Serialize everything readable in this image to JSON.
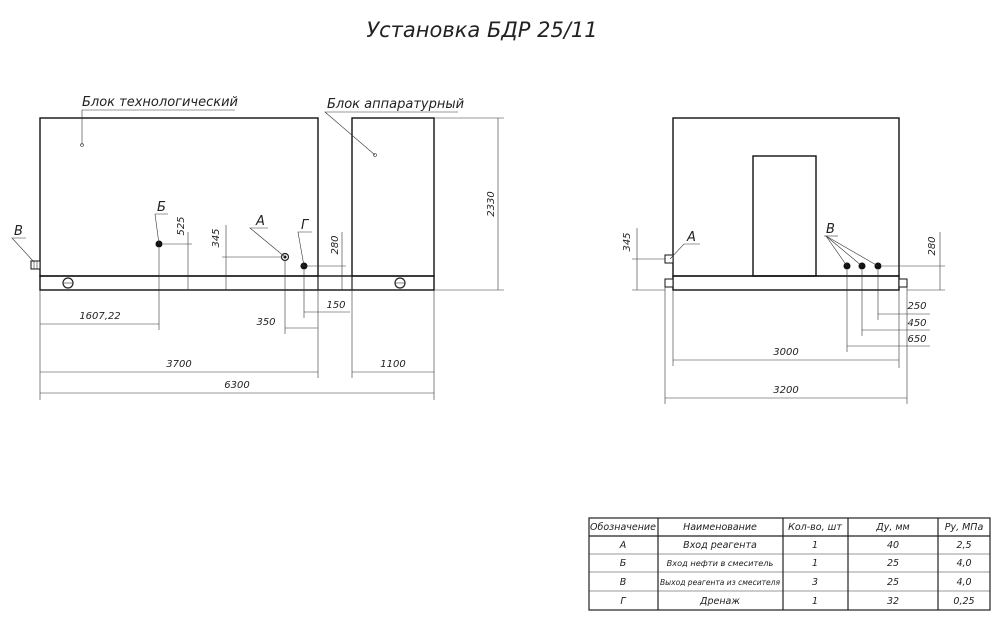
{
  "title": "Установка БДР 25/11",
  "labels": {
    "block_tech": "Блок технологический",
    "block_app": "Блок аппаратурный",
    "letter_a": "А",
    "letter_b": "Б",
    "letter_v": "В",
    "letter_g": "Г"
  },
  "dims": {
    "d525": "525",
    "d345": "345",
    "d280": "280",
    "d2330": "2330",
    "d1607": "1607,22",
    "d350": "350",
    "d150": "150",
    "d3700": "3700",
    "d1100": "1100",
    "d6300": "6300",
    "d250": "250",
    "d450": "450",
    "d650": "650",
    "d3000": "3000",
    "d3200": "3200"
  },
  "table": {
    "headers": [
      "Обозначение",
      "Наименование",
      "Кол-во, шт",
      "Ду, мм",
      "Ру, МПа"
    ],
    "rows": [
      [
        "А",
        "Вход реагента",
        "1",
        "40",
        "2,5"
      ],
      [
        "Б",
        "Вход нефти в смеситель",
        "1",
        "25",
        "4,0"
      ],
      [
        "В",
        "Выход реагента из смесителя",
        "3",
        "25",
        "4,0"
      ],
      [
        "Г",
        "Дренаж",
        "1",
        "32",
        "0,25"
      ]
    ]
  }
}
